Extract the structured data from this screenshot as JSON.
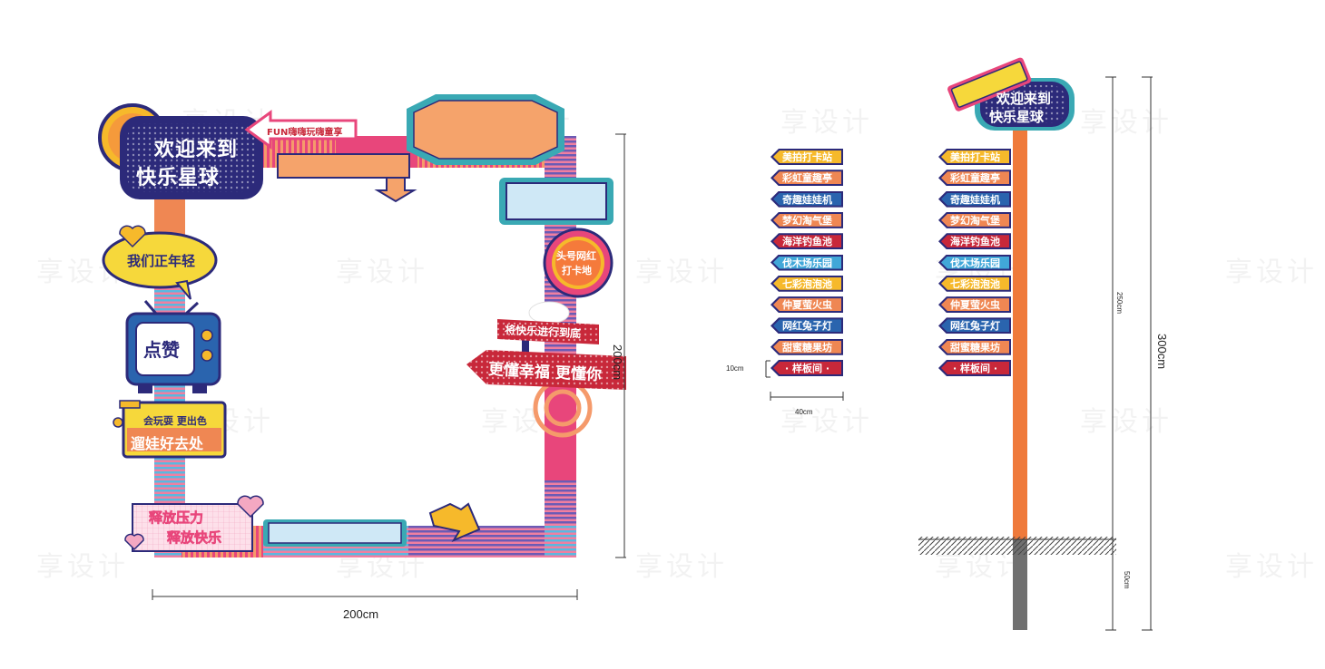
{
  "frame": {
    "welcome_line1": "欢迎来到",
    "welcome_line2": "快乐星球",
    "fun_arrow": "FUN嗨嗨玩嗨童享",
    "speech": "我们正年轻",
    "tv_text": "点赞",
    "badge_line1": "头号网红",
    "badge_line2": "打卡地",
    "sign_top": "将快乐进行到底",
    "sign_bottom": "更懂幸福 更懂你",
    "yellow_line1": "会玩耍 更出色",
    "yellow_line2": "遛娃好去处",
    "pink_line1": "释放压力",
    "pink_line2": "释放快乐",
    "width_label": "200cm",
    "height_label": "200cm"
  },
  "signpost_detail": {
    "items": [
      {
        "label": "美拍打卡站",
        "color": "#f6b92b"
      },
      {
        "label": "彩虹童趣亭",
        "color": "#ef8753"
      },
      {
        "label": "奇趣娃娃机",
        "color": "#2a64ae"
      },
      {
        "label": "梦幻淘气堡",
        "color": "#ef8753"
      },
      {
        "label": "海洋钓鱼池",
        "color": "#c8283a"
      },
      {
        "label": "伐木场乐园",
        "color": "#41a7d8"
      },
      {
        "label": "七彩泡泡池",
        "color": "#f6b92b"
      },
      {
        "label": "仲夏萤火虫",
        "color": "#ef8753"
      },
      {
        "label": "网红兔子灯",
        "color": "#2a64ae"
      },
      {
        "label": "甜蜜糖果坊",
        "color": "#ef8753"
      },
      {
        "label": "· 样板间 ·",
        "color": "#c8283a"
      }
    ],
    "height_label": "10cm",
    "width_label": "40cm"
  },
  "signpost_full": {
    "head_line1": "欢迎来到",
    "head_line2": "快乐星球",
    "above_ground_label": "250cm",
    "below_ground_label": "50cm",
    "total_label": "300cm"
  },
  "watermark": "享设计",
  "colors": {
    "orange": "#ef8753",
    "navy": "#2c2a7a",
    "yellow": "#f6b92b",
    "red": "#c8283a",
    "teal": "#3aa9b4",
    "pink": "#e8467b",
    "pole": "#ef7a3b",
    "ground": "#707070"
  }
}
